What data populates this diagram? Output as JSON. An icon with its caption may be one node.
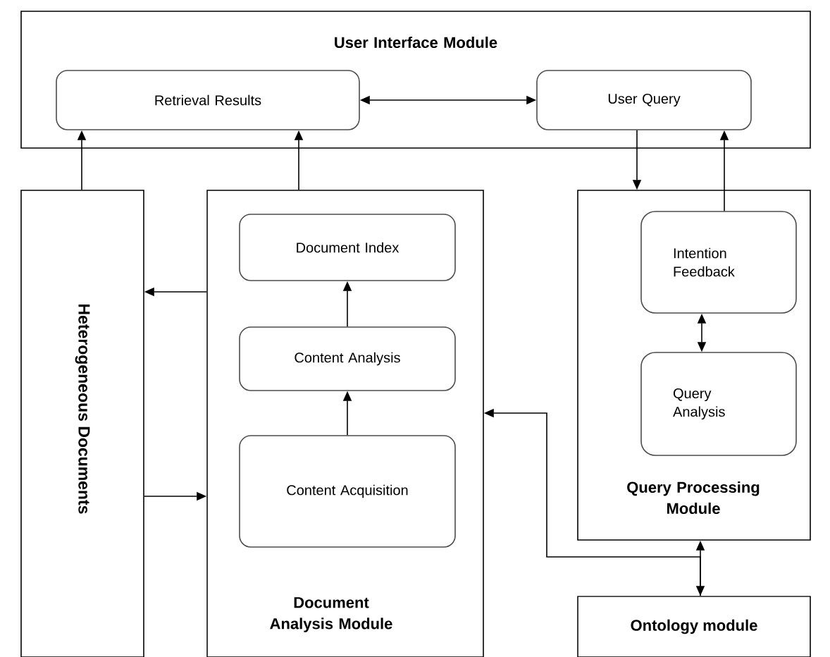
{
  "diagram": {
    "nodes": [
      {
        "text": [
          "User Interface Module"
        ]
      },
      {
        "text": [
          "Retrieval Results"
        ],
        "in": 0
      },
      {
        "text": [
          "User Query"
        ],
        "in": 0
      },
      {
        "text": [
          "Heterogeneous Documents"
        ]
      },
      {
        "text": [
          "Document Analysis Module"
        ]
      },
      {
        "text": [
          "Document Index"
        ],
        "in": 4
      },
      {
        "text": [
          "Content Analysis"
        ],
        "in": 4
      },
      {
        "text": [
          "Content Acquisition"
        ],
        "in": 4
      },
      {
        "text": [
          "Query Processing Module"
        ]
      },
      {
        "text": [
          "Intention Feedback"
        ],
        "in": 8
      },
      {
        "text": [
          "Query Analysis"
        ],
        "in": 8
      },
      {
        "text": [
          "Ontology module"
        ]
      }
    ],
    "edges": [
      {
        "from": 1,
        "to": 2,
        "arrow": "both"
      },
      {
        "from": 3,
        "to": 1,
        "arrow": "to"
      },
      {
        "from": 4,
        "to": 1,
        "arrow": "to"
      },
      {
        "from": 2,
        "to": 8,
        "arrow": "to"
      },
      {
        "from": 9,
        "to": 2,
        "arrow": "to"
      },
      {
        "from": 4,
        "to": 3,
        "arrow": "to"
      },
      {
        "from": 3,
        "to": 4,
        "arrow": "to"
      },
      {
        "from": 7,
        "to": 6,
        "arrow": "to"
      },
      {
        "from": 6,
        "to": 5,
        "arrow": "to"
      },
      {
        "from": 9,
        "to": 10,
        "arrow": "both"
      },
      {
        "from": 8,
        "to": 11,
        "arrow": "both"
      },
      {
        "from": 11,
        "to": 4,
        "arrow": "to"
      }
    ]
  }
}
